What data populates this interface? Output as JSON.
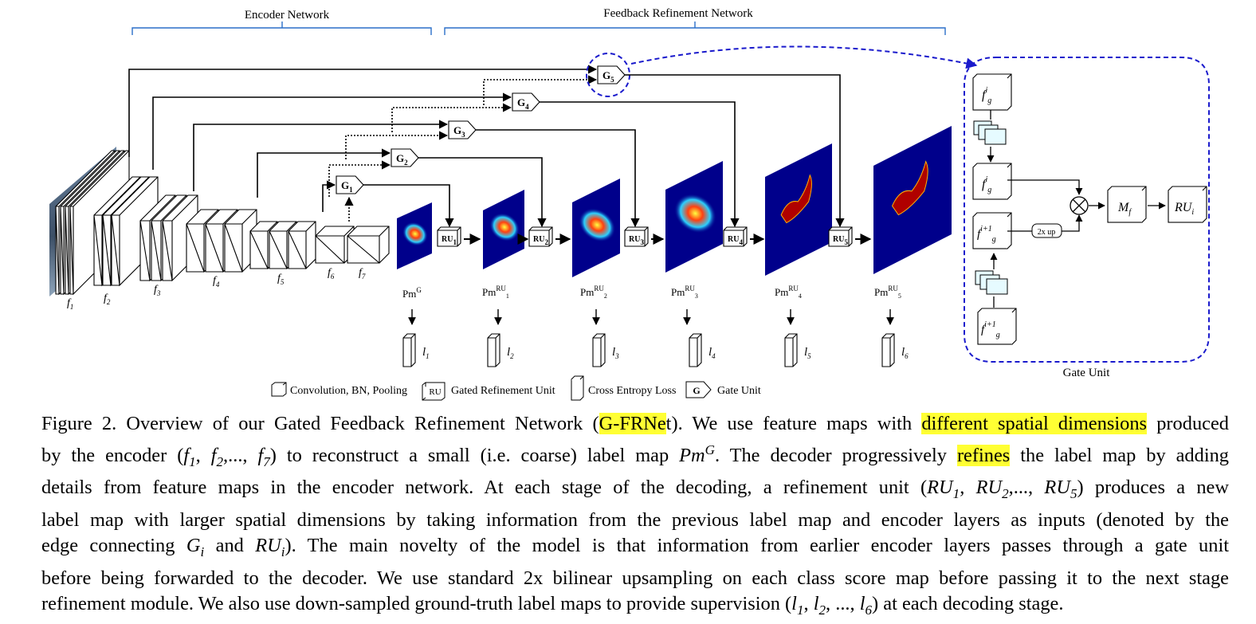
{
  "figure": {
    "headers": {
      "encoder": "Encoder Network",
      "feedback": "Feedback Refinement Network"
    },
    "feature_labels": [
      "f1",
      "f2",
      "f3",
      "f4",
      "f5",
      "f6",
      "f7"
    ],
    "gates": [
      "G1",
      "G2",
      "G3",
      "G4",
      "G5"
    ],
    "rus": [
      "RU1",
      "RU2",
      "RU3",
      "RU4",
      "RU5"
    ],
    "pm_labels": [
      "Pm^G",
      "Pm^RU1",
      "Pm^RU2",
      "Pm^RU3",
      "Pm^RU4",
      "Pm^RU5"
    ],
    "loss_labels": [
      "l1",
      "l2",
      "l3",
      "l4",
      "l5",
      "l6"
    ],
    "legend": {
      "conv": "Convolution, BN, Pooling",
      "ru_box": "RU",
      "ru": "Gated Refinement Unit",
      "loss": "Cross Entropy Loss",
      "gate_box": "G",
      "gate": "Gate Unit"
    },
    "gate_unit": {
      "title": "Gate Unit",
      "fig": "f^i_g",
      "fi1g": "f^(i+1)_g",
      "up": "2x up",
      "mf": "Mf",
      "rui": "RUi"
    }
  },
  "caption": {
    "lines": [
      [
        "Figure 2. Overview of our Gated Feedback Refinement Network (",
        "G-FRNe",
        "t). We use feature maps with ",
        "different spatial dimensions",
        " produced"
      ],
      [
        "by the encoder (f1, f2,..., f7) to reconstruct a small (i.e. coarse) label map Pm^G. The decoder progressively ",
        "refines",
        " the label map by adding"
      ],
      [
        "details from feature maps in the encoder network. At each stage of the decoding, a refinement unit (RU1, RU2,..., RU5) produces a new"
      ],
      [
        "label map with larger spatial dimensions by taking information from the previous label map and encoder layers as inputs (denoted by the"
      ],
      [
        "edge connecting Gi and RUi). The main novelty of the model is that information from earlier encoder layers passes through a gate unit"
      ],
      [
        "before being forwarded to the decoder. We use standard 2x bilinear upsampling on each class score map before passing it to the next stage"
      ],
      [
        "refinement module. We also use down-sampled ground-truth label maps to provide supervision (l1, l2, ..., l6) at each decoding stage."
      ]
    ]
  },
  "colors": {
    "highlight": "#ffff33",
    "dashed": "#1a1acc",
    "bracket": "#2a6fc9",
    "heat_bg": "#00008b",
    "blob": "#b00000"
  }
}
